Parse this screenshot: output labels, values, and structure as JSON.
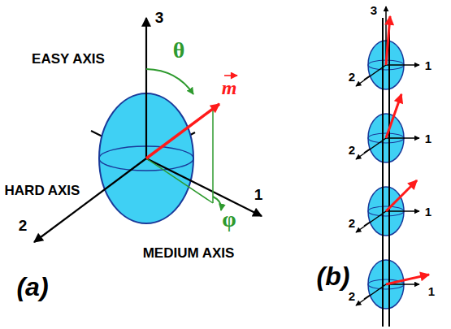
{
  "diagram": {
    "labels": [
      "3",
      "EASY AXIS",
      "θ",
      "m",
      "HARD AXIS",
      "1",
      "2",
      "φ",
      "MEDIUM AXIS",
      "(a)",
      "3",
      "1",
      "2",
      "1",
      "2",
      "1",
      "2",
      "1",
      "2",
      "(b)"
    ]
  }
}
